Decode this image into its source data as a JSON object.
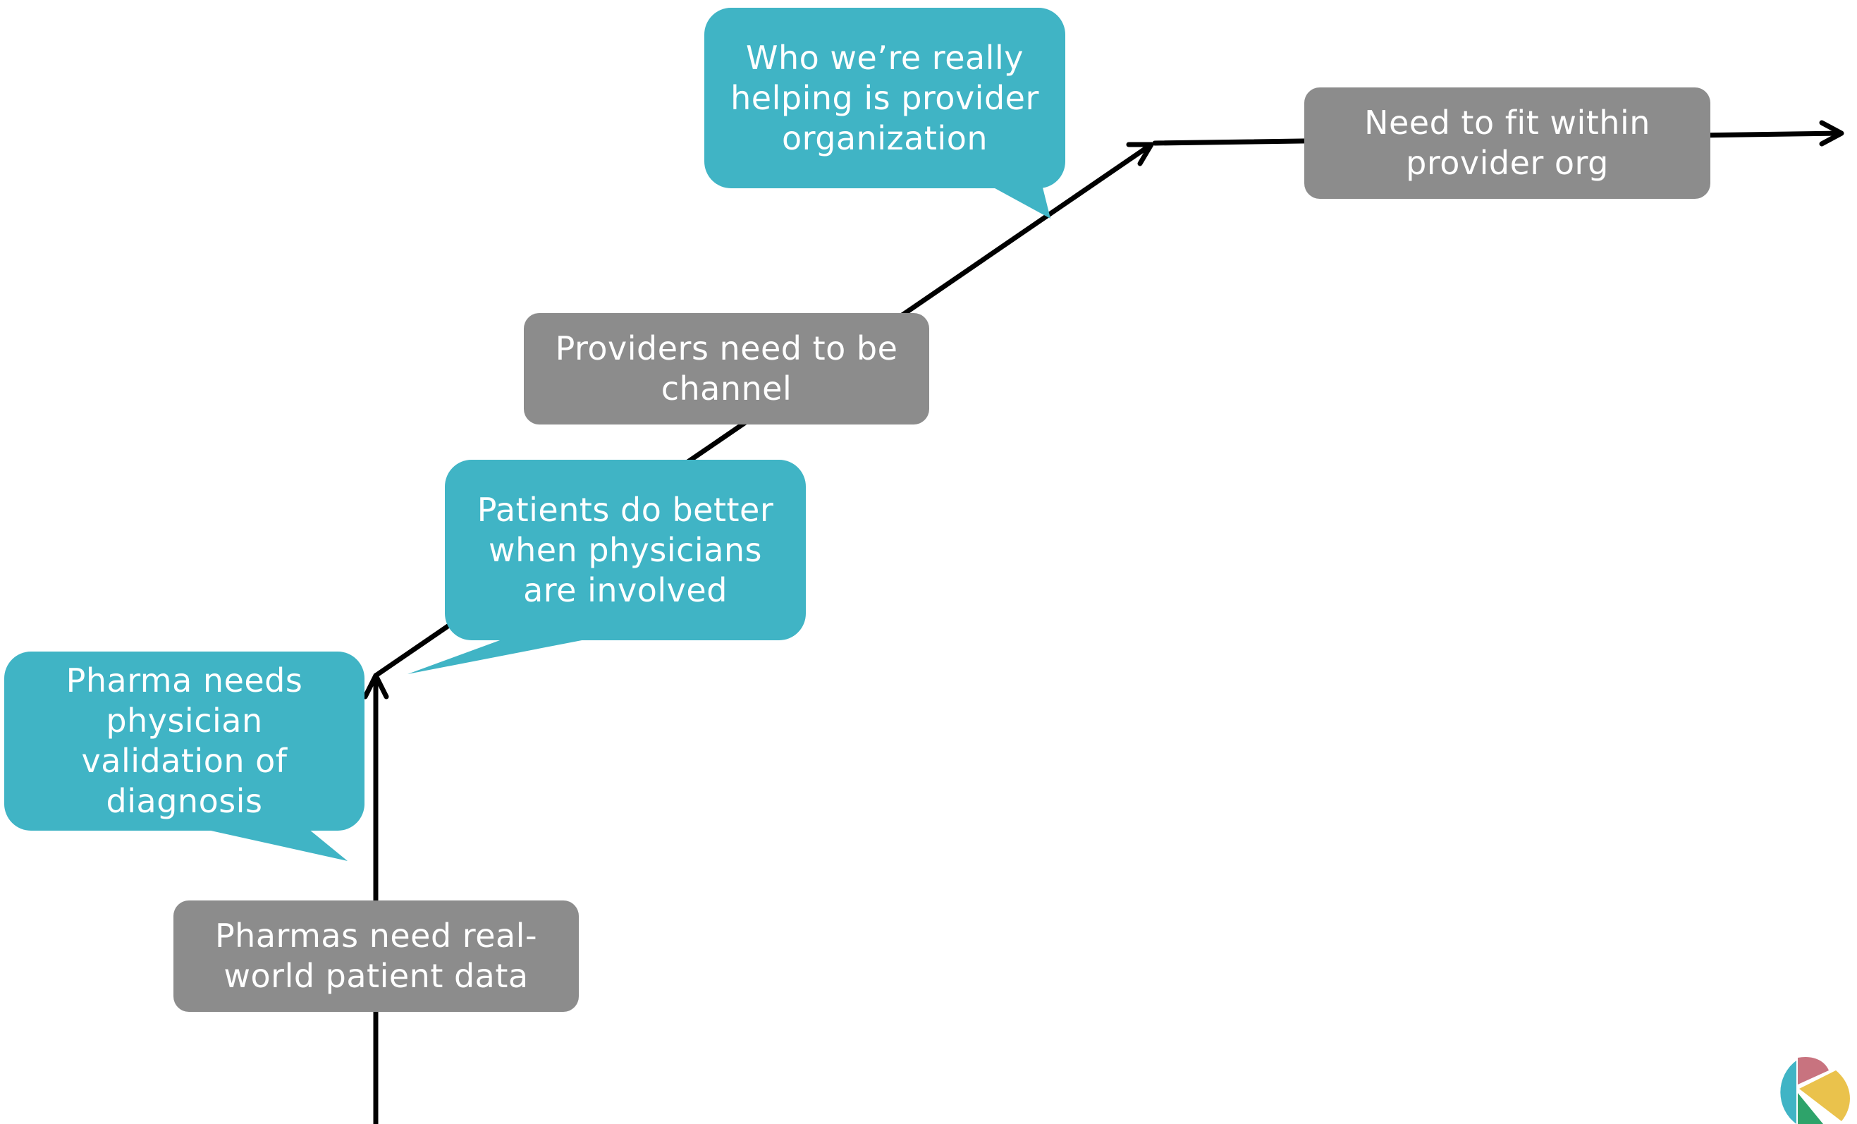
{
  "diagram": {
    "steps": [
      {
        "id": "step-1",
        "kind": "milestone",
        "text": "Pharmas need real-world patient data"
      },
      {
        "id": "step-2",
        "kind": "insight",
        "text": "Pharma needs physician validation of diagnosis"
      },
      {
        "id": "step-3",
        "kind": "insight",
        "text": "Patients do better when physicians are involved"
      },
      {
        "id": "step-4",
        "kind": "milestone",
        "text": "Providers need to be channel"
      },
      {
        "id": "step-5",
        "kind": "insight",
        "text": "Who we’re really helping is provider organization"
      },
      {
        "id": "step-6",
        "kind": "milestone",
        "text": "Need to fit within provider org"
      }
    ]
  },
  "colors": {
    "milestone": "#8c8c8c",
    "insight": "#40b4c5",
    "path": "#000000",
    "logo_teal": "#40b4c5",
    "logo_rose": "#c8737f",
    "logo_yellow": "#eac24c",
    "logo_green": "#2ea36a"
  },
  "icons": {
    "logo": "k-logo-icon"
  }
}
